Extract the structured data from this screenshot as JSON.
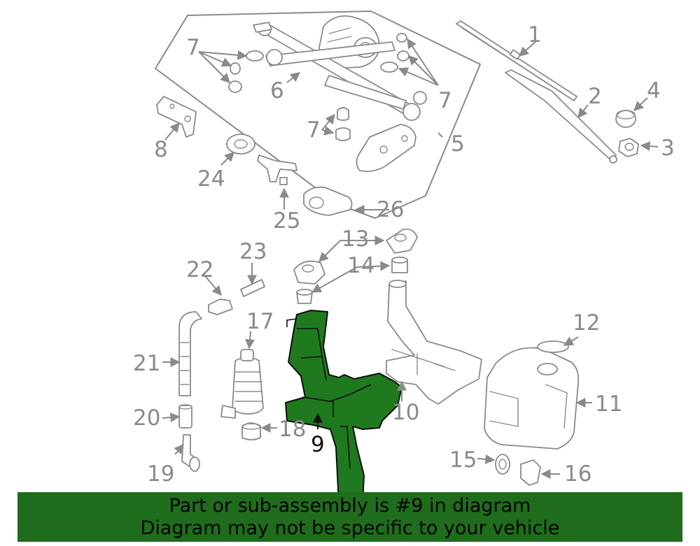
{
  "callouts": {
    "c1": "1",
    "c2": "2",
    "c3": "3",
    "c4": "4",
    "c5": "5",
    "c6": "6",
    "c7a": "7",
    "c7b": "7",
    "c7c": "7",
    "c8": "8",
    "c9": "9",
    "c10": "10",
    "c11": "11",
    "c12": "12",
    "c13": "13",
    "c14": "14",
    "c15": "15",
    "c16": "16",
    "c17": "17",
    "c18": "18",
    "c19": "19",
    "c20": "20",
    "c21": "21",
    "c22": "22",
    "c23": "23",
    "c24": "24",
    "c25": "25",
    "c26": "26"
  },
  "highlight": {
    "part_number": "9",
    "color": "#1f7a1f"
  },
  "banner": {
    "line1": "Part or sub-assembly is #9 in diagram",
    "line2": "Diagram may not be specific to your vehicle",
    "color": "#1f6d1c"
  }
}
